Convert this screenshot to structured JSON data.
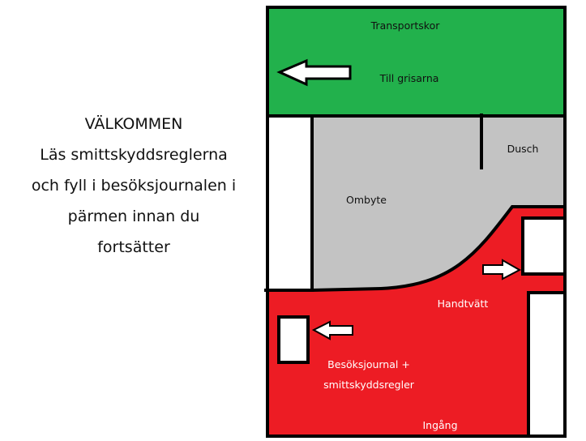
{
  "welcome": {
    "lines": [
      "VÄLKOMMEN",
      "Läs smittskyddsreglerna",
      "och fyll i besöksjournalen i",
      "pärmen innan du",
      "fortsätter"
    ]
  },
  "zones": {
    "green": {
      "title": "Transportskor",
      "subtitle": "Till grisarna",
      "color": "#22b14c"
    },
    "grey": {
      "changing": "Ombyte",
      "shower": "Dusch",
      "color": "#c3c3c3"
    },
    "red": {
      "handwash": "Handtvätt",
      "journal_line1": "Besöksjournal +",
      "journal_line2": "smittskyddsregler",
      "entrance": "Ingång",
      "color": "#ed1c24"
    }
  }
}
